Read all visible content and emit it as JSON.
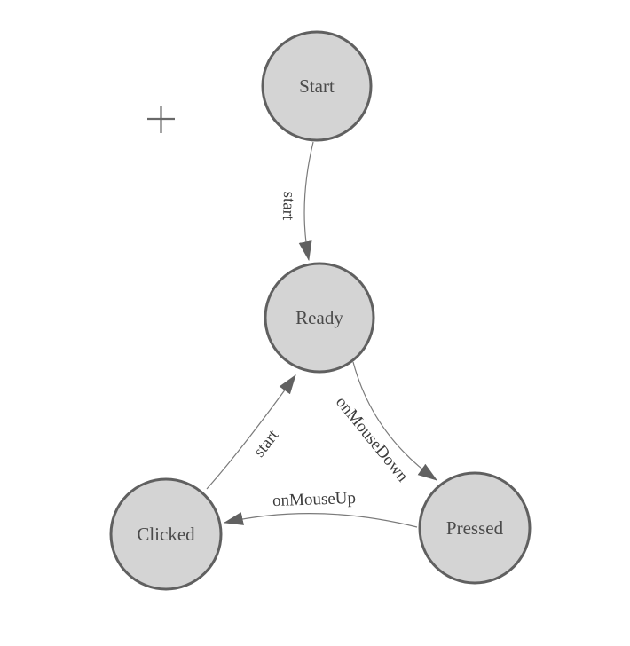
{
  "diagram": {
    "type": "state-machine",
    "nodes": [
      {
        "id": "start",
        "label": "Start"
      },
      {
        "id": "ready",
        "label": "Ready"
      },
      {
        "id": "clicked",
        "label": "Clicked"
      },
      {
        "id": "pressed",
        "label": "Pressed"
      }
    ],
    "edges": [
      {
        "from": "Start",
        "to": "Ready",
        "label": "start"
      },
      {
        "from": "Ready",
        "to": "Pressed",
        "label": "onMouseDown"
      },
      {
        "from": "Pressed",
        "to": "Clicked",
        "label": "onMouseUp"
      },
      {
        "from": "Clicked",
        "to": "Ready",
        "label": "start"
      }
    ],
    "cursor": "crosshair-plus",
    "colors": {
      "background": "#ffffff",
      "node_fill": "#d4d4d4",
      "node_stroke": "#606060",
      "node_text": "#4a4a4a",
      "edge_line": "#7a7a7a",
      "edge_text": "#3d3d3d",
      "arrow": "#616161",
      "crosshair": "#696969"
    }
  }
}
